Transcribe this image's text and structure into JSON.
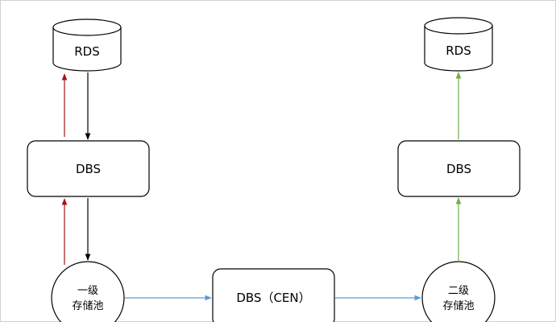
{
  "colors": {
    "frame": "#d0d0d0",
    "stroke": "#000000",
    "arrow_black": "#000000",
    "arrow_red": "#a31515",
    "arrow_blue": "#5b9bd5",
    "arrow_green": "#70ad47",
    "node_fill": "#ffffff"
  },
  "nodes": {
    "rds_left": {
      "label": "RDS",
      "shape": "cylinder"
    },
    "rds_right": {
      "label": "RDS",
      "shape": "cylinder"
    },
    "dbs_left": {
      "label": "DBS",
      "shape": "rounded-rect"
    },
    "dbs_right": {
      "label": "DBS",
      "shape": "rounded-rect"
    },
    "dbs_cen": {
      "label": "DBS（CEN）",
      "shape": "rounded-rect"
    },
    "pool_primary": {
      "line1": "一级",
      "line2": "存储池",
      "shape": "circle"
    },
    "pool_secondary": {
      "line1": "二级",
      "line2": "存储池",
      "shape": "circle"
    }
  },
  "edges": [
    {
      "from": "rds_left",
      "to": "dbs_left",
      "color": "arrow_black"
    },
    {
      "from": "dbs_left",
      "to": "rds_left",
      "color": "arrow_red"
    },
    {
      "from": "dbs_left",
      "to": "pool_primary",
      "color": "arrow_black"
    },
    {
      "from": "pool_primary",
      "to": "dbs_left",
      "color": "arrow_red"
    },
    {
      "from": "pool_primary",
      "to": "dbs_cen",
      "color": "arrow_blue"
    },
    {
      "from": "dbs_cen",
      "to": "pool_secondary",
      "color": "arrow_blue"
    },
    {
      "from": "pool_secondary",
      "to": "dbs_right",
      "color": "arrow_green"
    },
    {
      "from": "dbs_right",
      "to": "rds_right",
      "color": "arrow_green"
    }
  ]
}
